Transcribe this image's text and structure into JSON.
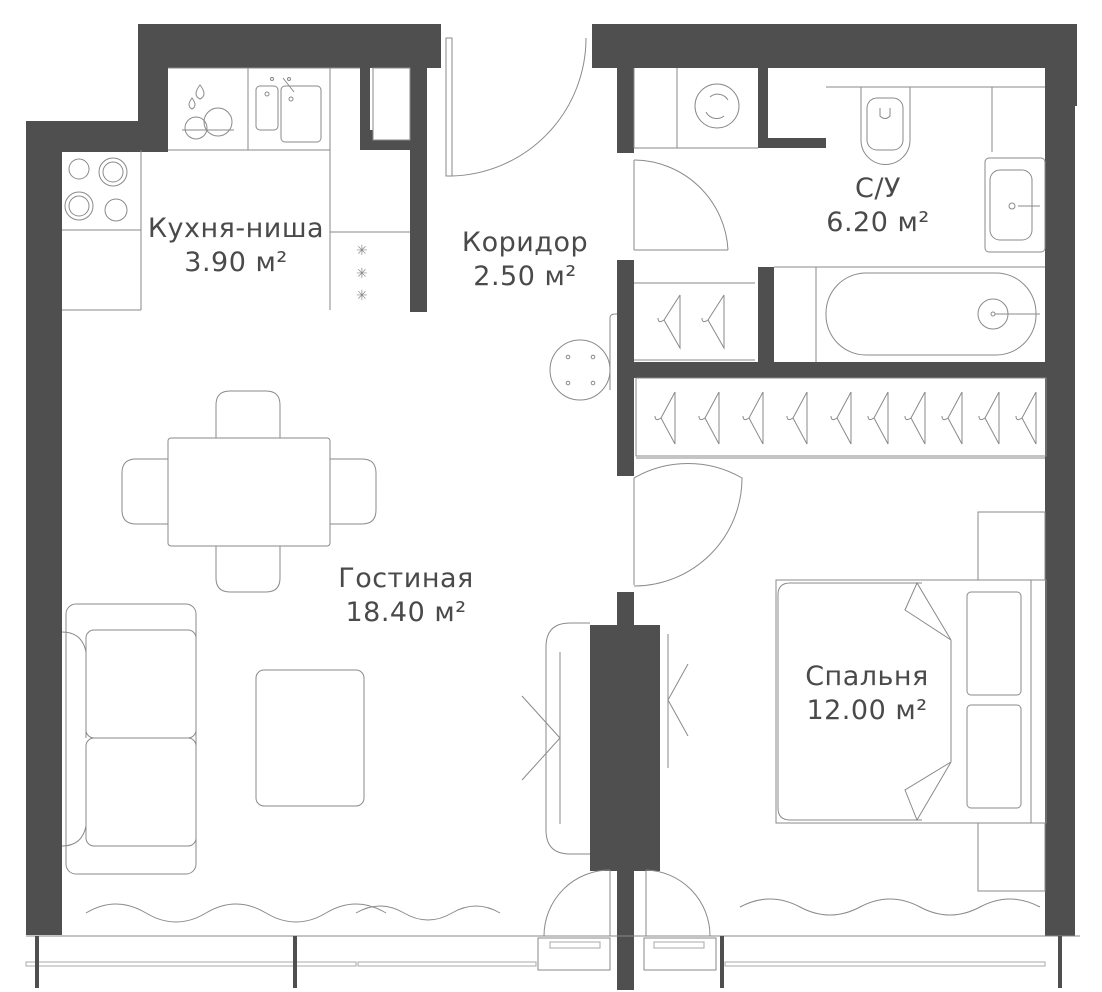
{
  "plan": {
    "wall_color": "#4f4f4f",
    "line_color": "#8a8a8a",
    "background": "#ffffff",
    "rooms": [
      {
        "id": "kitchen",
        "name": "Кухня-ниша",
        "area": "3.90 м²"
      },
      {
        "id": "corridor",
        "name": "Коридор",
        "area": "2.50 м²"
      },
      {
        "id": "bathroom",
        "name": "С/У",
        "area": "6.20 м²"
      },
      {
        "id": "living",
        "name": "Гостиная",
        "area": "18.40 м²"
      },
      {
        "id": "bedroom",
        "name": "Спальня",
        "area": "12.00 м²"
      }
    ],
    "fixtures": {
      "kitchen": [
        "stove-icon",
        "dishwasher-icon",
        "sink-icon",
        "fridge-icon",
        "kitchen-cabinet"
      ],
      "corridor": [
        "entry-door",
        "pouf-icon",
        "wardrobe-hangers"
      ],
      "bathroom": [
        "washing-machine-icon",
        "toilet-icon",
        "washbasin-icon",
        "bathtub-icon"
      ],
      "living": [
        "dining-table",
        "dining-chairs",
        "sofa",
        "coffee-table",
        "tv-unit",
        "curtains",
        "balcony-door"
      ],
      "bedroom": [
        "double-bed",
        "pillows",
        "nightstands",
        "tv-unit",
        "curtains",
        "balcony-door",
        "wardrobe-hangers"
      ]
    }
  }
}
